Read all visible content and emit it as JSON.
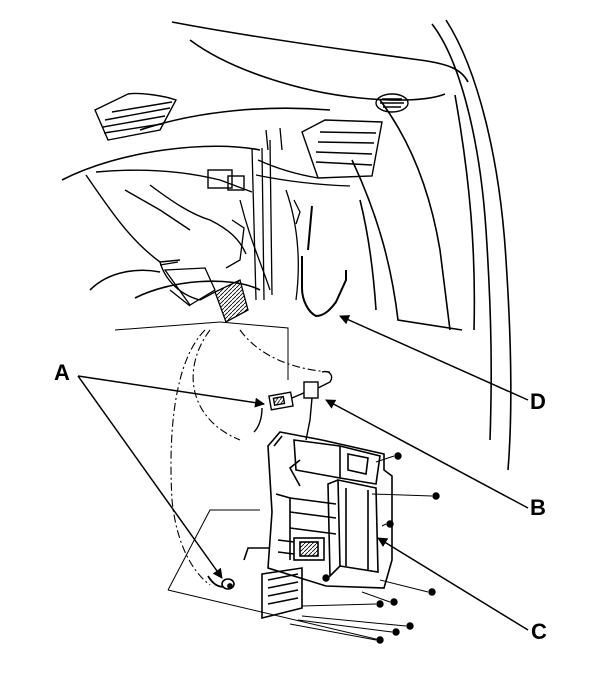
{
  "callouts": {
    "a": "A",
    "b": "B",
    "c": "C",
    "d": "D"
  },
  "colors": {
    "ink": "#000000",
    "paper": "#ffffff",
    "shade": "#7a7a7a"
  },
  "icons": [
    "arrow-icon",
    "bolt-icon"
  ]
}
